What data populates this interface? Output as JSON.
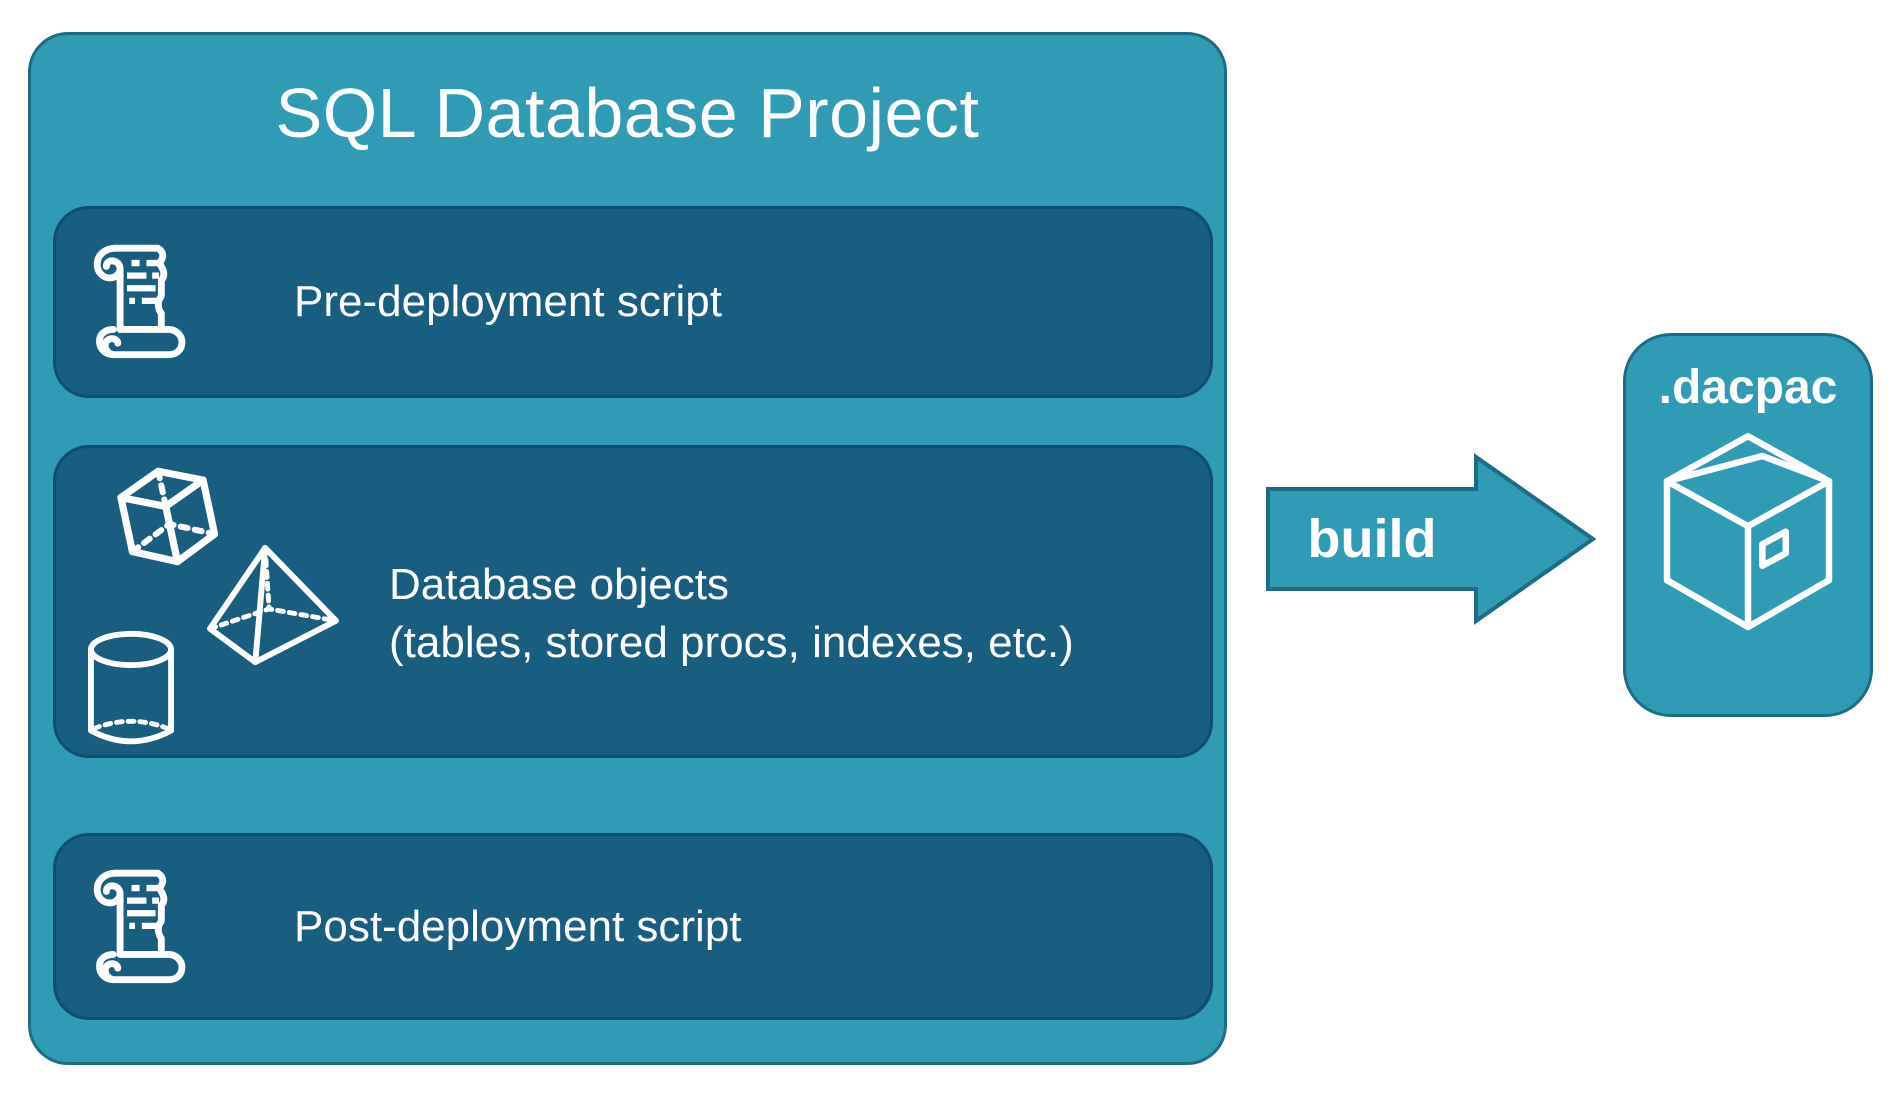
{
  "project": {
    "title": "SQL Database Project",
    "rows": [
      {
        "icon": "scroll-icon",
        "label": "Pre-deployment script"
      },
      {
        "icon": "shapes-icons",
        "label": "Database objects",
        "sublabel": "(tables, stored procs, indexes, etc.)"
      },
      {
        "icon": "scroll-icon",
        "label": "Post-deployment script"
      }
    ]
  },
  "arrow": {
    "label": "build"
  },
  "output": {
    "label": ".dacpac",
    "icon": "package-icon"
  },
  "colors": {
    "teal": "#2F9BB5",
    "teal_border": "#1D6C85",
    "dark": "#175E80",
    "dark_border": "#114E6B",
    "text": "#FFFFFF"
  }
}
